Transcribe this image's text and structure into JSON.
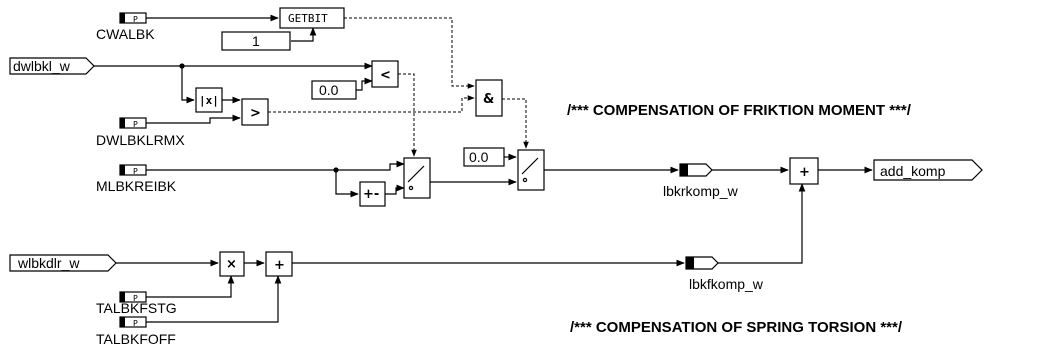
{
  "inputs": {
    "dwlbkl": "dwlbkl_w",
    "wlbkdlr": "wlbkdlr_w"
  },
  "parameters": {
    "cwalbk": "CWALBK",
    "dwlbklrmx": "DWLBKLRMX",
    "mlbkreibk": "MLBKREIBK",
    "talbkfstg": "TALBKFSTG",
    "talbkfoff": "TALBKFOFF"
  },
  "constants": {
    "getbit_bit": "1",
    "lt_const": "0.0",
    "switch_const": "0.0"
  },
  "blocks": {
    "getbit": "GETBIT",
    "abs": "|x|",
    "lt": "<",
    "gt": ">",
    "and": "&",
    "negate": "+-",
    "mul": "×",
    "add1": "+",
    "add2": "+"
  },
  "signals": {
    "lbkrkomp": "lbkrkomp_w",
    "lbkfkomp": "lbkfkomp_w"
  },
  "outputs": {
    "add_komp": "add_komp"
  },
  "comments": {
    "friction": "/*** COMPENSATION OF FRIKTION MOMENT  ***/",
    "spring": "/*** COMPENSATION OF SPRING TORSION  ***/"
  }
}
